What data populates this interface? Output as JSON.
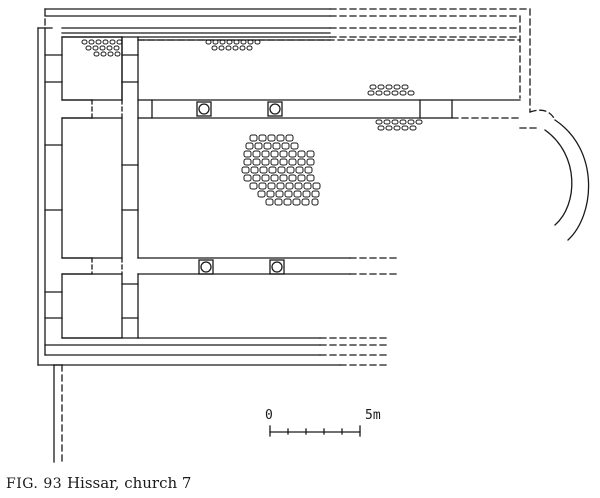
{
  "caption": {
    "figure_label": "FIG. 93",
    "title": "Hissar, church 7"
  },
  "scale_bar": {
    "start_label": "0",
    "end_label": "5m"
  },
  "colors": {
    "ink": "#1a1a1a",
    "paper": "#ffffff"
  }
}
